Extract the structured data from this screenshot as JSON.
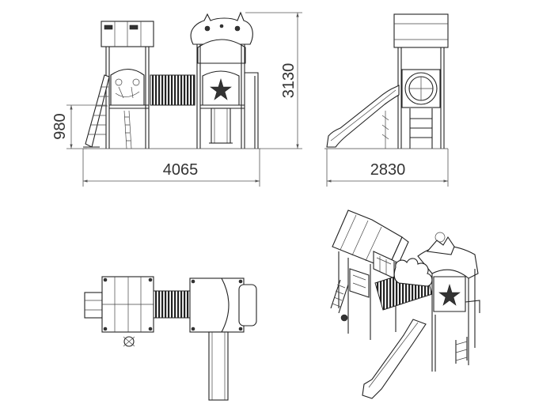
{
  "dimensions": {
    "front_width": "4065",
    "side_width": "2830",
    "total_height": "3130",
    "platform_height": "980"
  }
}
